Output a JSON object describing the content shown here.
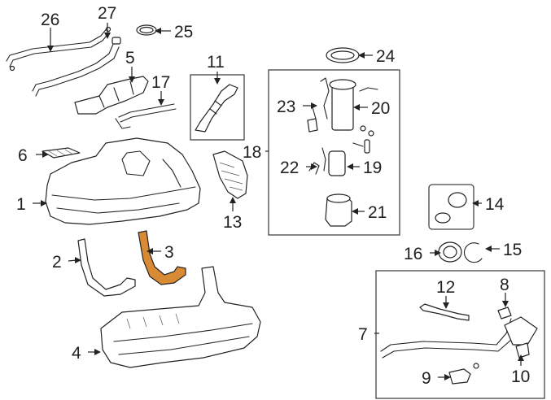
{
  "callouts": {
    "c1": "1",
    "c2": "2",
    "c3": "3",
    "c4": "4",
    "c5": "5",
    "c6": "6",
    "c7": "7",
    "c8": "8",
    "c9": "9",
    "c10": "10",
    "c11": "11",
    "c12": "12",
    "c13": "13",
    "c14": "14",
    "c15": "15",
    "c16": "16",
    "c17": "17",
    "c18": "18",
    "c19": "19",
    "c20": "20",
    "c21": "21",
    "c22": "22",
    "c23": "23",
    "c24": "24",
    "c25": "25",
    "c26": "26",
    "c27": "27"
  },
  "colors": {
    "highlight": "#d98a34",
    "line": "#222222"
  }
}
